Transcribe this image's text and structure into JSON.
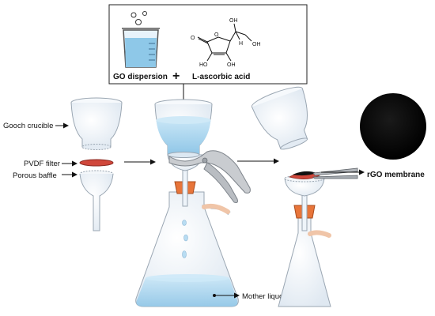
{
  "reagents": {
    "go_dispersion": "GO dispersion",
    "plus": "+",
    "ascorbic_acid": "L-ascorbic acid",
    "chem_labels": {
      "ho_top": "OH",
      "h": "H",
      "oh_side": "OH",
      "o_ring": "O",
      "o_carbonyl": "O",
      "ho_left": "HO",
      "oh_right": "OH"
    }
  },
  "labels": {
    "gooch_crucible": "Gooch crucible",
    "pvdf_filter": "PVDF filter",
    "porous_baffle": "Porous baffle",
    "mother_liquors": "Mother liquors",
    "rgo_membrane": "rGO membrane"
  },
  "colors": {
    "glass": "#eef4fa",
    "glass_edge": "#a8b3bf",
    "liquid": "#a7d4ee",
    "filter": "#d0473b",
    "stopper": "#e8753a",
    "tubing": "#f0c5a8",
    "clamp": "#c9ccd0",
    "membrane": "#050505"
  }
}
